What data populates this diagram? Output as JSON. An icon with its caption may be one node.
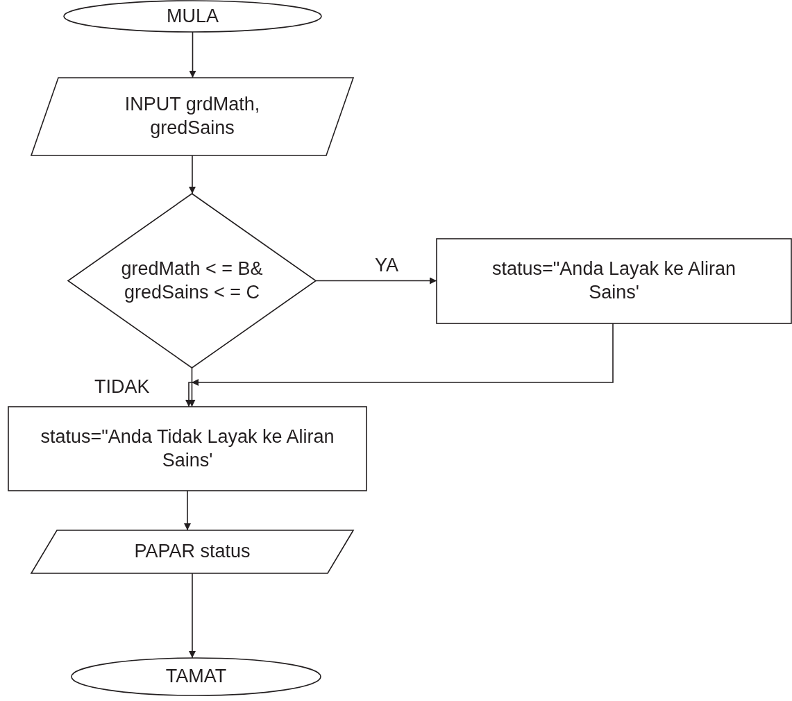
{
  "diagram": {
    "nodes": [
      {
        "text": [
          "MULA"
        ]
      },
      {
        "text": [
          "INPUT grdMath, gredSains"
        ]
      },
      {
        "text": [
          "gredMath < = B& gredSains < = C"
        ]
      },
      {
        "text": [
          "status=\"Anda Layak ke Aliran Sains'"
        ]
      },
      {
        "text": [
          "status=\"Anda Tidak Layak ke Aliran Sains'"
        ]
      },
      {
        "text": [
          "PAPAR status"
        ]
      },
      {
        "text": [
          "TAMAT"
        ]
      }
    ],
    "edges": [
      {
        "from": 0,
        "to": 1,
        "arrow": "to"
      },
      {
        "from": 1,
        "to": 2,
        "arrow": "to"
      },
      {
        "from": 2,
        "to": 3,
        "arrow": "to",
        "label": "YA"
      },
      {
        "from": 3,
        "to": 4,
        "arrow": "to"
      },
      {
        "from": 2,
        "to": 4,
        "arrow": "to",
        "label": "TIDAK"
      },
      {
        "from": 4,
        "to": 5,
        "arrow": "to"
      },
      {
        "from": 5,
        "to": 6,
        "arrow": "to"
      }
    ]
  }
}
